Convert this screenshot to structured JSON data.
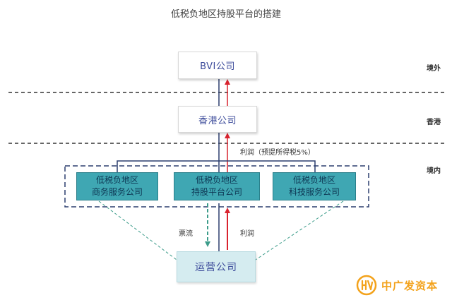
{
  "title": "低税负地区持股平台的搭建",
  "regions": {
    "overseas": "境外",
    "hongkong": "香港",
    "domestic": "境内"
  },
  "nodes": {
    "bvi": "BVI公司",
    "hk": "香港公司",
    "service_line1": "低税负地区",
    "service_line2": "商务服务公司",
    "holding_line1": "低税负地区",
    "holding_line2": "持股平台公司",
    "tech_line1": "低税负地区",
    "tech_line2": "科技服务公司",
    "operating": "运营公司"
  },
  "flows": {
    "profit_withholding": "利润（预提所得税5%）",
    "invoice": "票流",
    "profit": "利润"
  },
  "logo": {
    "text": "中广发资本"
  },
  "colors": {
    "accent_red": "#d9232e",
    "line_blue": "#2c3e6e",
    "teal": "#3fa7b3",
    "teal_dashed": "#3c9c8a",
    "logo_orange": "#f3a21b"
  }
}
